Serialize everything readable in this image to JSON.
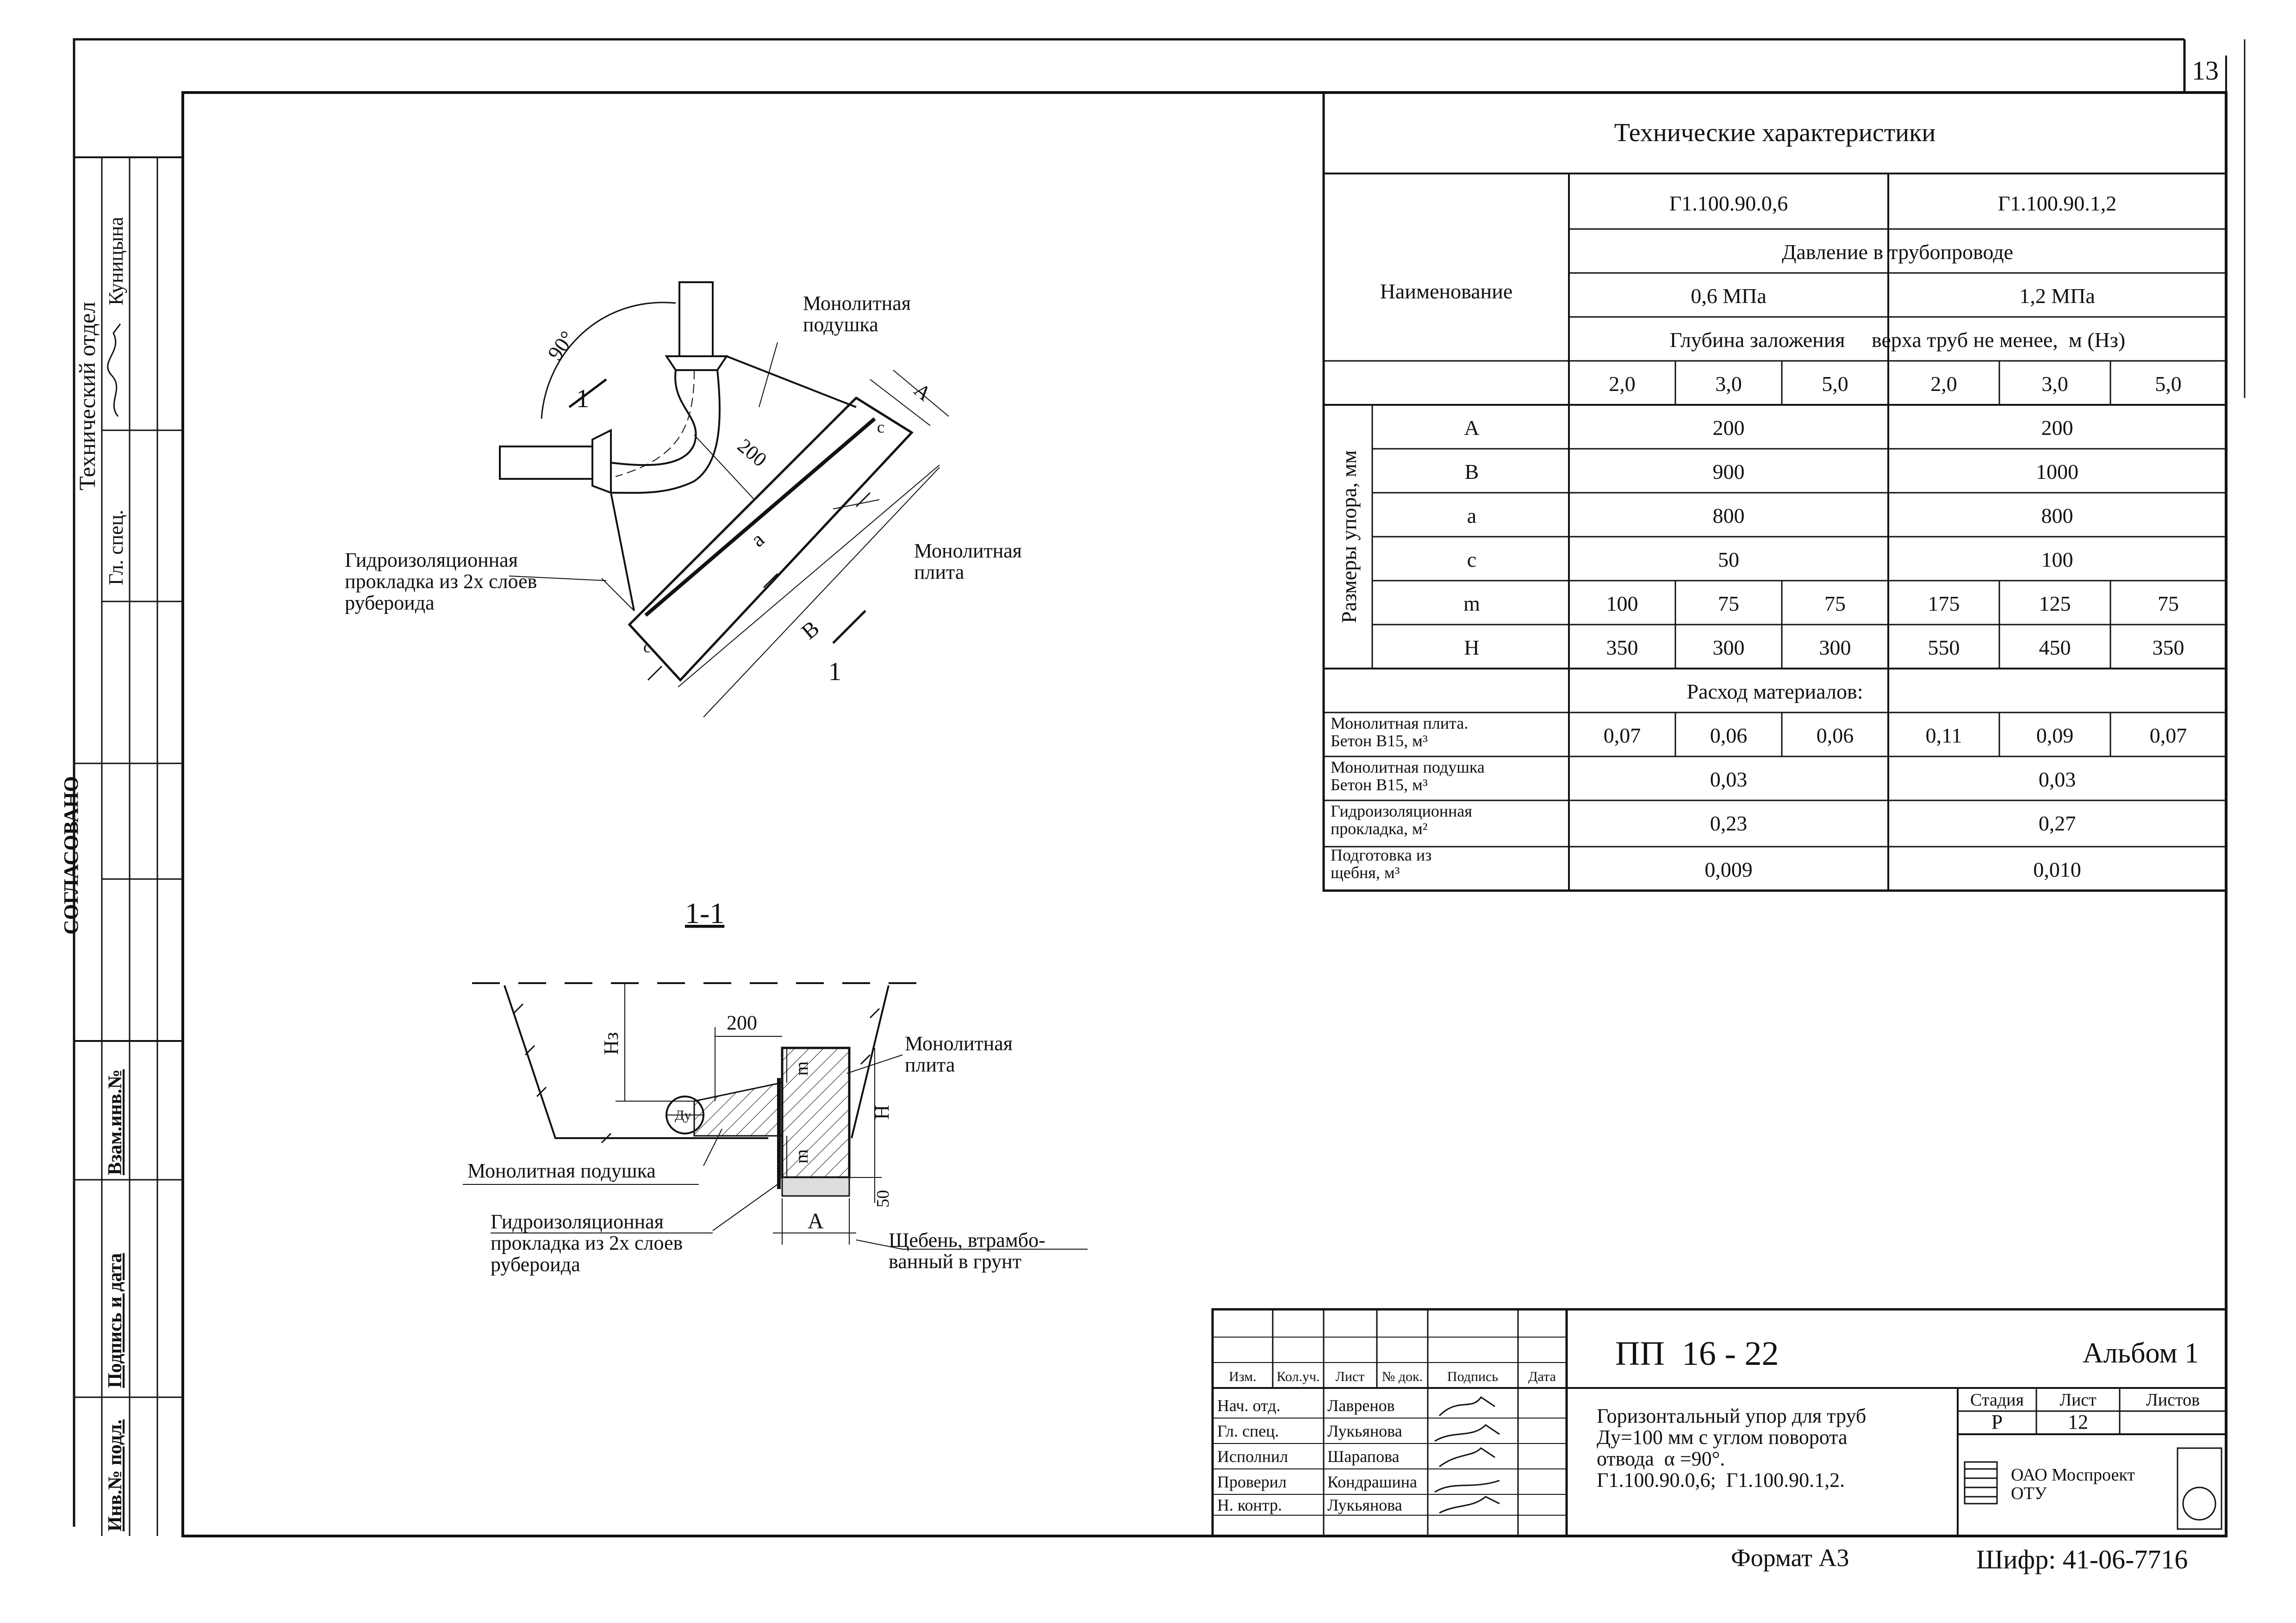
{
  "sheet": {
    "page_number": "13",
    "format": "Формат А3",
    "cipher": "Шифр: 41-06-7716"
  },
  "side_stamp": {
    "agreed": "СОГЛАСОВАНО",
    "tech_dept": "Технический отдел",
    "chief_spec": "Гл. спец.",
    "chief_spec_name": "Куницына",
    "replaces_inv": "Взам.инв.№",
    "signature_date": "Подпись и дата",
    "inv_original": "Инв.№ подл."
  },
  "plan_view": {
    "angle": "90°",
    "section_mark": "1",
    "monolithic_pad": "Монолитная\nподушка",
    "monolithic_slab": "Монолитная\nплита",
    "waterproofing": "Гидроизоляционная\nпрокладка из 2х слоев\nрубероида",
    "dims": {
      "d200": "200",
      "A": "А",
      "a": "а",
      "B": "В",
      "c": "с"
    }
  },
  "section_view": {
    "title": "1-1",
    "monolithic_pad": "Монолитная подушка",
    "monolithic_slab": "Монолитная\nплита",
    "waterproofing": "Гидроизоляционная\nпрокладка из 2х слоев\nрубероида",
    "gravel": "Щебень, втрамбо-\nванный в грунт",
    "dims": {
      "d200": "200",
      "Hz": "Нз",
      "H": "Н",
      "m": "m",
      "d50": "50",
      "A": "А",
      "dy": "Ду"
    }
  },
  "tech_table": {
    "title": "Технические характеристики",
    "name_header": "Наименование",
    "variant_1": "Г1.100.90.0,6",
    "variant_2": "Г1.100.90.1,2",
    "pressure_header": "Давление в трубопроводе",
    "pressure_1": "0,6 МПа",
    "pressure_2": "1,2 МПа",
    "depth_header": "Глубина заложения     верха труб не менее,  м (Нз)",
    "depths": [
      "2,0",
      "3,0",
      "5,0",
      "2,0",
      "3,0",
      "5,0"
    ],
    "dims_group": "Размеры упора, мм",
    "rows": [
      {
        "label": "А",
        "cells": [
          "200",
          "200"
        ]
      },
      {
        "label": "В",
        "cells": [
          "900",
          "1000"
        ]
      },
      {
        "label": "а",
        "cells": [
          "800",
          "800"
        ]
      },
      {
        "label": "с",
        "cells": [
          "50",
          "100"
        ]
      },
      {
        "label": "m",
        "cells": [
          "100",
          "75",
          "75",
          "175",
          "125",
          "75"
        ]
      },
      {
        "label": "Н",
        "cells": [
          "350",
          "300",
          "300",
          "550",
          "450",
          "350"
        ]
      }
    ],
    "materials_header": "Расход материалов:",
    "materials": [
      {
        "label": "Монолитная плита.\nБетон В15, м³",
        "cells": [
          "0,07",
          "0,06",
          "0,06",
          "0,11",
          "0,09",
          "0,07"
        ]
      },
      {
        "label": "Монолитная подушка\nБетон В15, м³",
        "cells": [
          "0,03",
          "0,03"
        ]
      },
      {
        "label": "Гидроизоляционная\nпрокладка, м²",
        "cells": [
          "0,23",
          "0,27"
        ]
      },
      {
        "label": "Подготовка из\nщебня, м³",
        "cells": [
          "0,009",
          "0,010"
        ]
      }
    ]
  },
  "title_block": {
    "doc_code": "ПП  16 - 22",
    "album": "Альбом 1",
    "header_cols": [
      "Изм.",
      "Кол.уч.",
      "Лист",
      "№ док.",
      "Подпись",
      "Дата"
    ],
    "roles": [
      {
        "role": "Нач. отд.",
        "name": "Лавренов"
      },
      {
        "role": "Гл. спец.",
        "name": "Лукьянова"
      },
      {
        "role": "Исполнил",
        "name": "Шарапова"
      },
      {
        "role": "Проверил",
        "name": "Кондрашина"
      },
      {
        "role": "Н. контр.",
        "name": "Лукьянова"
      }
    ],
    "description": "Горизонтальный упор для труб\nДу=100 мм с углом поворота\nотвода  α =90°.\nГ1.100.90.0,6;  Г1.100.90.1,2.",
    "stage_label": "Стадия",
    "sheet_label": "Лист",
    "sheets_label": "Листов",
    "stage": "Р",
    "sheet": "12",
    "sheets": "",
    "org": "ОАО Моспроект\nОТУ"
  }
}
